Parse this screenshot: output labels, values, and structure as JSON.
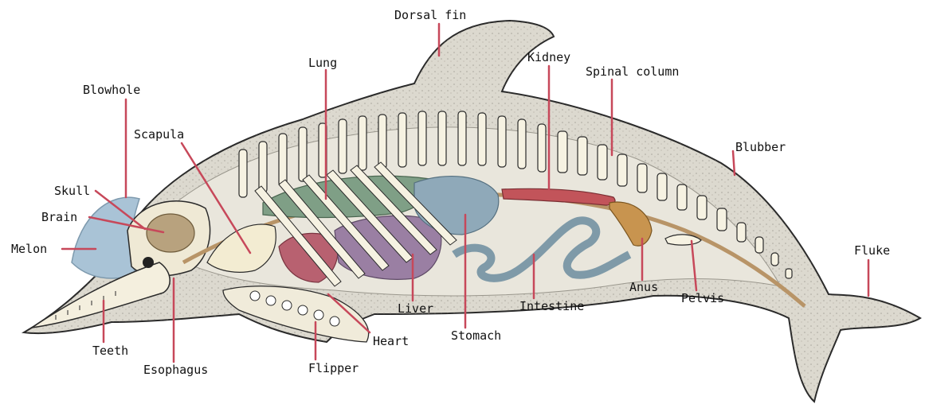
{
  "labels": {
    "dorsal_fin": "Dorsal fin",
    "kidney": "Kidney",
    "spinal_column": "Spinal column",
    "lung": "Lung",
    "blowhole": "Blowhole",
    "scapula": "Scapula",
    "blubber": "Blubber",
    "skull": "Skull",
    "brain": "Brain",
    "melon": "Melon",
    "fluke": "Fluke",
    "anus": "Anus",
    "pelvis": "Pelvis",
    "intestine": "Intestine",
    "liver": "Liver",
    "stomach": "Stomach",
    "heart": "Heart",
    "teeth": "Teeth",
    "esophagus": "Esophagus",
    "flipper": "Flipper"
  },
  "colors": {
    "body": "#dcd9cf",
    "blubber_edge": "#9a978d",
    "melon": "#a9c3d6",
    "brain": "#b8a27e",
    "skull": "#efe9d5",
    "bone": "#f6f2e2",
    "lung": "#7f9f86",
    "heart": "#b86170",
    "liver": "#9a7fa3",
    "stomach": "#8fa9b9",
    "intestine": "#7f9aa8",
    "kidney": "#c2545a",
    "anus_organ": "#c8944f",
    "leader": "#c7485a"
  }
}
